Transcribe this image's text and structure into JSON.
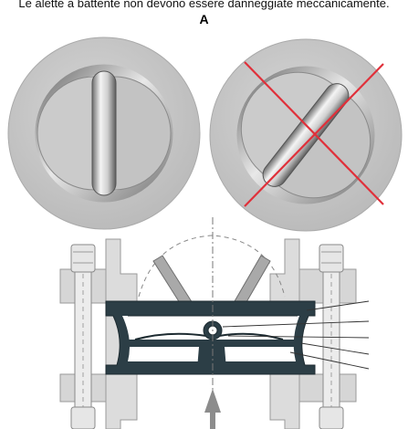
{
  "caption": "Le alette a battente non devono essere danneggiate meccanicamente.",
  "panel_label": "A",
  "colors": {
    "disc_face": "#c8c8c8",
    "disc_ring": "#9a9a9a",
    "cross": "#e0303a",
    "section_fill": "#2c3e46",
    "flange": "#d9d9d9",
    "arrow": "#8c8c8c"
  },
  "icons": [
    "valve-disc-correct",
    "valve-disc-damaged",
    "valve-cross-section",
    "flow-arrow"
  ]
}
